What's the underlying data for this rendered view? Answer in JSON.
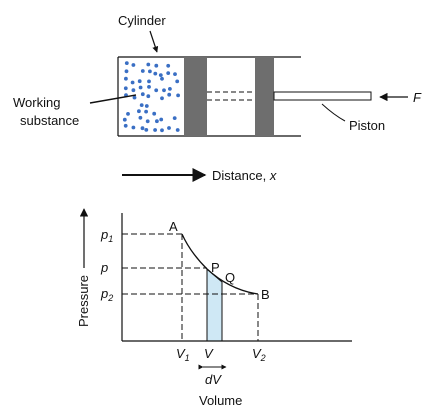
{
  "top": {
    "cylinder_label": "Cylinder",
    "working_line1": "Working",
    "working_line2": "substance",
    "piston_label": "Piston",
    "force_label": "F",
    "distance_label": "Distance, ",
    "distance_var": "x"
  },
  "graph": {
    "ylabel": "Pressure",
    "xlabel": "Volume",
    "p1": "p",
    "p1_sub": "1",
    "p": "p",
    "p2": "p",
    "p2_sub": "2",
    "point_a": "A",
    "point_b": "B",
    "point_p": "P",
    "point_q": "Q",
    "v1": "V",
    "v1_sub": "1",
    "v": "V",
    "v2": "V",
    "v2_sub": "2",
    "dv": "dV"
  },
  "colors": {
    "piston_gray": "#6e6e6e",
    "particle_blue": "#3a6fc4",
    "strip_fill": "#cfe8f5",
    "ink": "#111111"
  }
}
